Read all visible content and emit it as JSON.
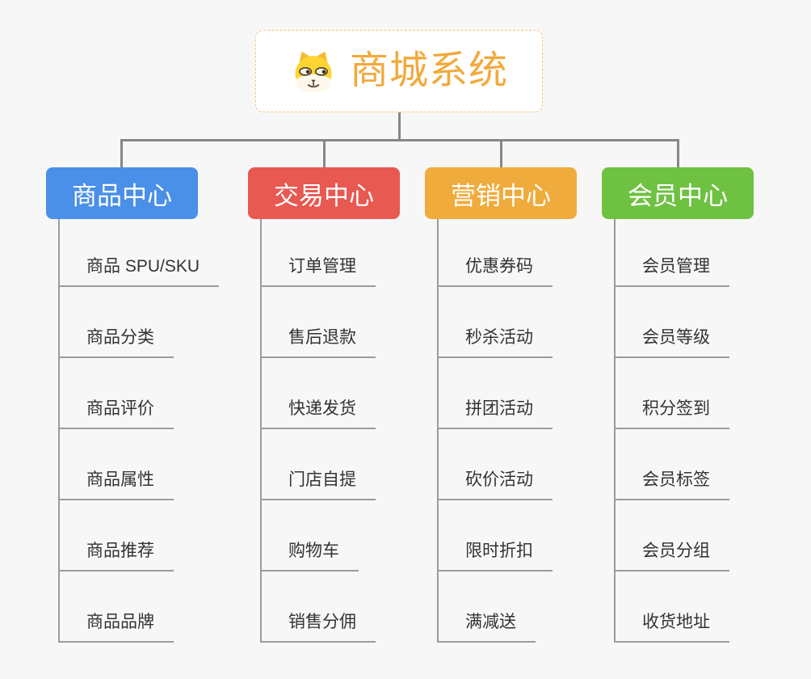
{
  "root": {
    "title": "商城系统",
    "icon": "shiba-dog-icon",
    "title_color": "#f2a93c",
    "border_color": "#f3c679"
  },
  "connector_color": "#878787",
  "branches": [
    {
      "label": "商品中心",
      "color": "#4a8fe8",
      "items": [
        "商品 SPU/SKU",
        "商品分类",
        "商品评价",
        "商品属性",
        "商品推荐",
        "商品品牌"
      ]
    },
    {
      "label": "交易中心",
      "color": "#e85951",
      "items": [
        "订单管理",
        "售后退款",
        "快递发货",
        "门店自提",
        "购物车",
        "销售分佣"
      ]
    },
    {
      "label": "营销中心",
      "color": "#efab3b",
      "items": [
        "优惠券码",
        "秒杀活动",
        "拼团活动",
        "砍价活动",
        "限时折扣",
        "满减送"
      ]
    },
    {
      "label": "会员中心",
      "color": "#6fc142",
      "items": [
        "会员管理",
        "会员等级",
        "积分签到",
        "会员标签",
        "会员分组",
        "收货地址"
      ]
    }
  ]
}
